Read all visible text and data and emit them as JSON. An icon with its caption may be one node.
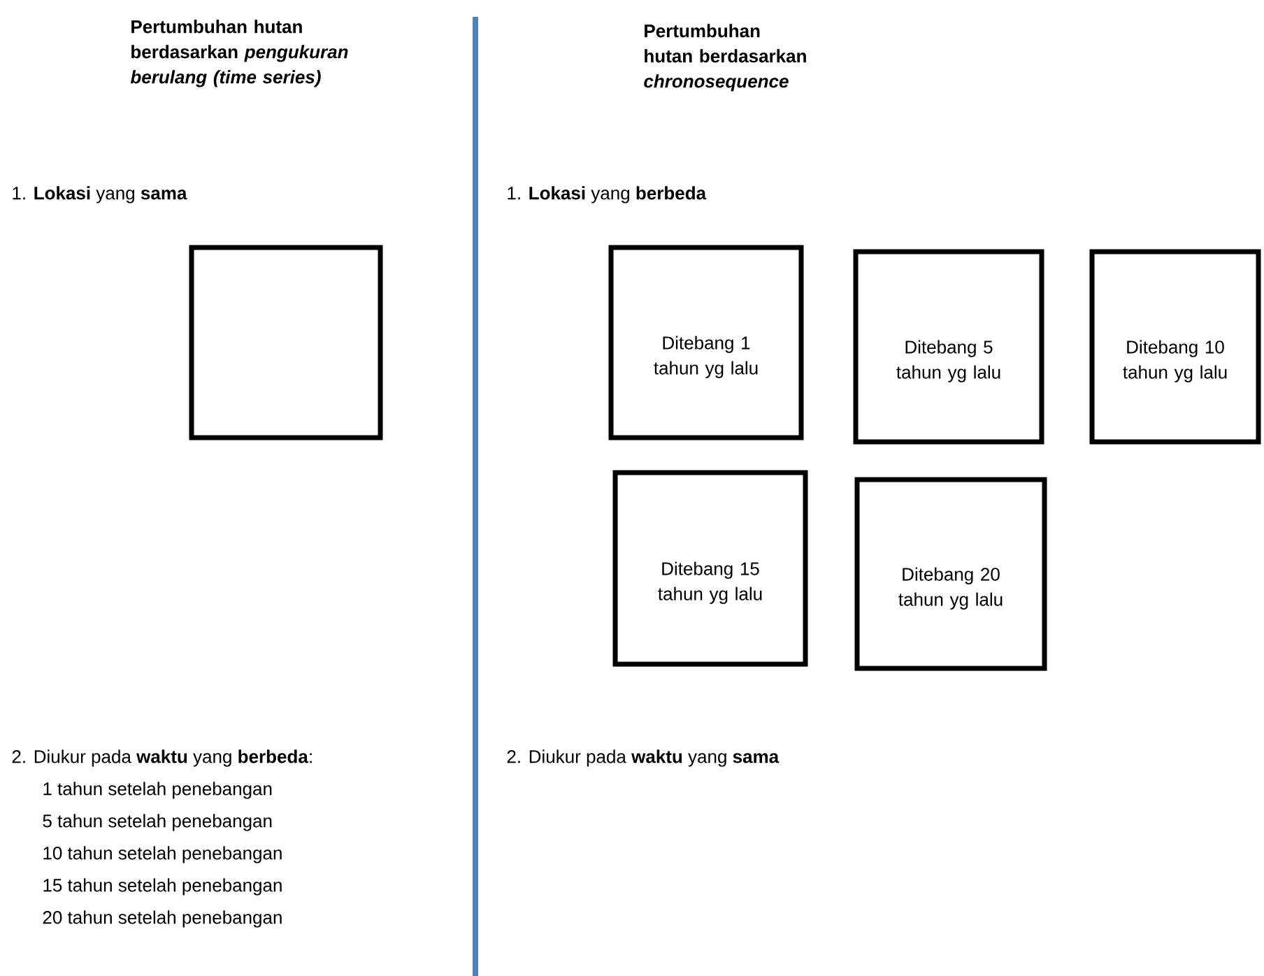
{
  "diagram": {
    "nodes": [
      {
        "text": [],
        "shape": "box"
      },
      {
        "text": [
          "Ditebang 1 tahun yg lalu"
        ]
      },
      {
        "text": [
          "Ditebang 5 tahun yg lalu"
        ]
      },
      {
        "text": [
          "Ditebang 10 tahun yg lalu"
        ]
      },
      {
        "text": [
          "Ditebang 15 tahun yg lalu"
        ]
      },
      {
        "text": [
          "Ditebang 20 tahun yg lalu"
        ]
      }
    ],
    "labels": [
      "Pertumbuhan hutan berdasarkan *pengukuran berulang (time series)*",
      "Pertumbuhan hutan berdasarkan *chronosequence*",
      "1. **Lokasi** yang **sama**",
      "1. **Lokasi** yang **berbeda**",
      "2. Diukur pada **waktu** yang **berbeda**:",
      "1 tahun setelah penebangan",
      "5 tahun setelah penebangan",
      "10 tahun setelah penebangan",
      "15 tahun setelah penebangan",
      "20 tahun setelah penebangan",
      "2. Diukur pada **waktu** yang **sama**"
    ]
  }
}
